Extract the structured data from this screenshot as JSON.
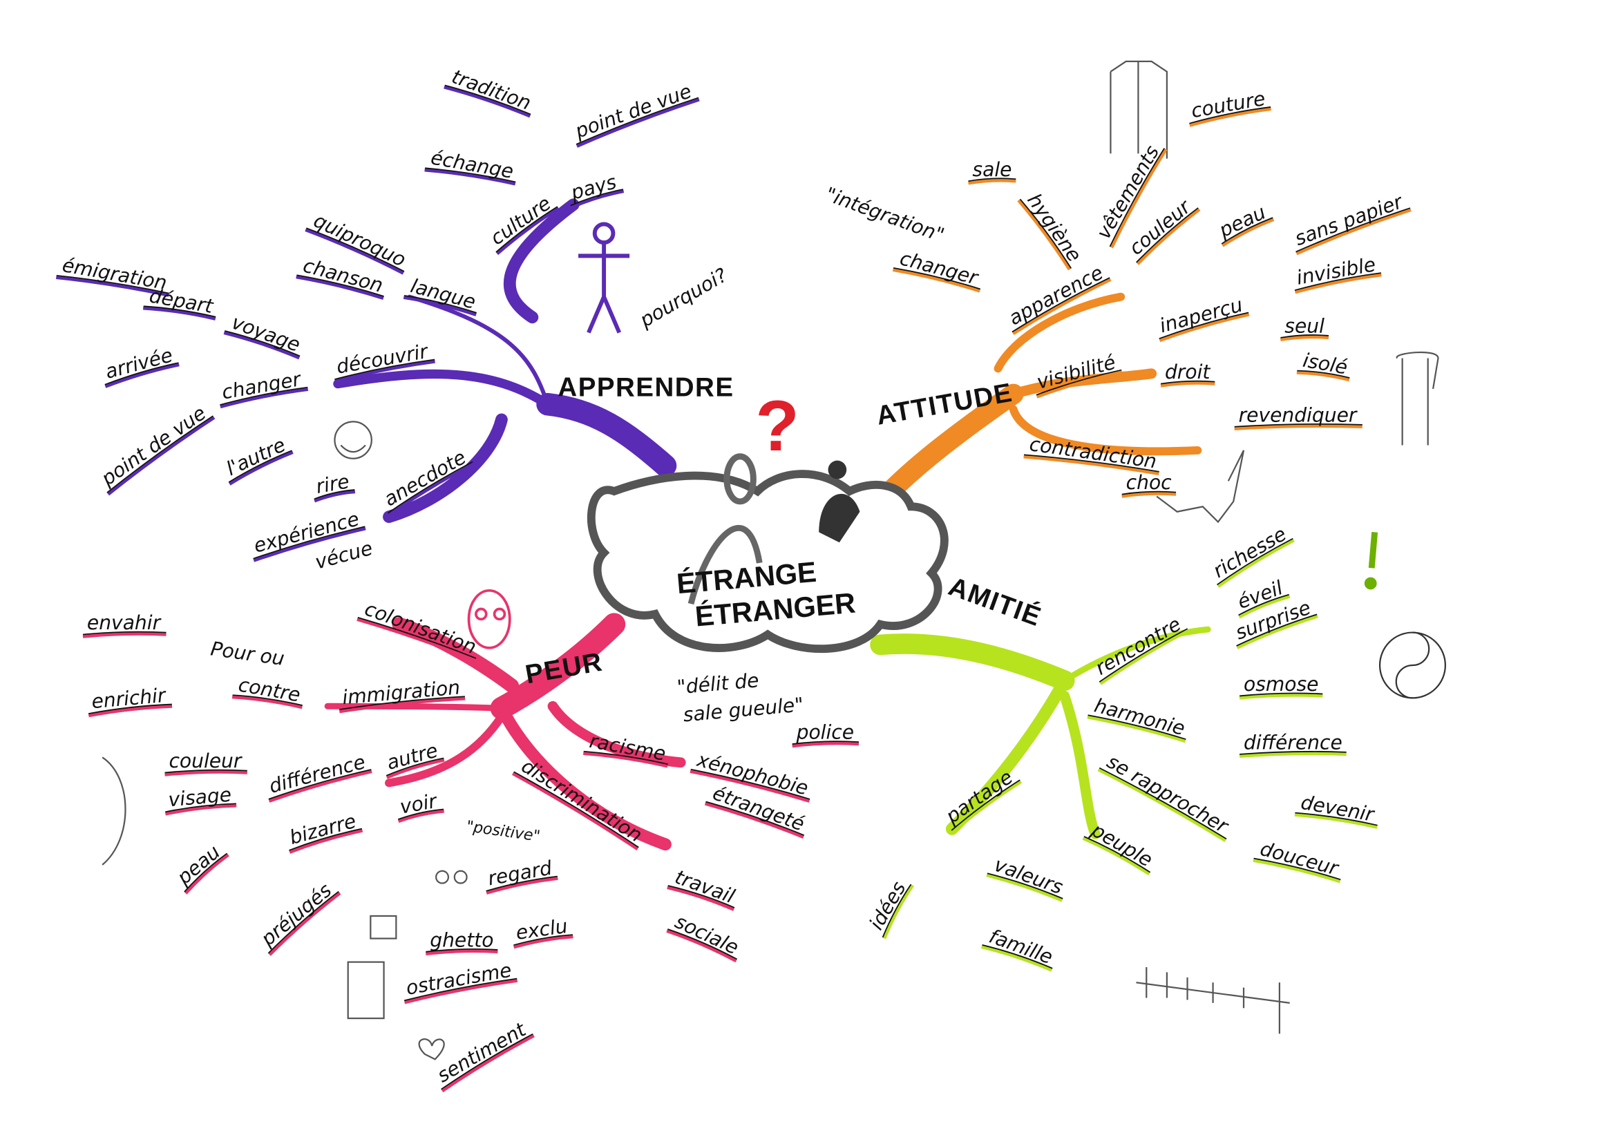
{
  "center": {
    "line1": "ÉTRANGE",
    "line2": "ÉTRANGER"
  },
  "colors": {
    "apprendre": "#5a2bb5",
    "attitude": "#f08a24",
    "amitie": "#b6e31e",
    "peur": "#e8336b",
    "accent_question": "#e0202a"
  },
  "apprendre": {
    "title": "APPRENDRE",
    "words": [
      "tradition",
      "point de vue",
      "échange",
      "culture",
      "pays",
      "quiproquo",
      "chanson",
      "langue",
      "émigration",
      "départ",
      "voyage",
      "arrivée",
      "découvrir",
      "changer",
      "point de vue",
      "l'autre",
      "rire",
      "anecdote",
      "expérience",
      "vécue",
      "pourquoi?"
    ]
  },
  "attitude": {
    "title": "ATTITUDE",
    "words": [
      "\"intégration\"",
      "changer",
      "sale",
      "hygiène",
      "vêtements",
      "couture",
      "couleur",
      "peau",
      "sans papier",
      "invisible",
      "apparence",
      "inaperçu",
      "seul",
      "isolé",
      "visibilité",
      "droit",
      "revendiquer",
      "contradiction",
      "choc"
    ]
  },
  "amitie": {
    "title": "AMITIÉ",
    "words": [
      "richesse",
      "éveil",
      "surprise",
      "rencontre",
      "osmose",
      "harmonie",
      "différence",
      "se rapprocher",
      "devenir",
      "douceur",
      "partage",
      "peuple",
      "idées",
      "valeurs",
      "famille"
    ]
  },
  "peur": {
    "title": "PEUR",
    "words": [
      "colonisation",
      "envahir",
      "Pour ou",
      "contre",
      "enrichir",
      "immigration",
      "\"délit de",
      "sale gueule\"",
      "police",
      "racisme",
      "xénophobie",
      "étrangeté",
      "couleur",
      "visage",
      "différence",
      "autre",
      "voir",
      "bizarre",
      "peau",
      "préjugés",
      "discrimination",
      "\"positive\"",
      "regard",
      "travail",
      "ghetto",
      "exclu",
      "sociale",
      "ostracisme",
      "sentiment"
    ]
  }
}
